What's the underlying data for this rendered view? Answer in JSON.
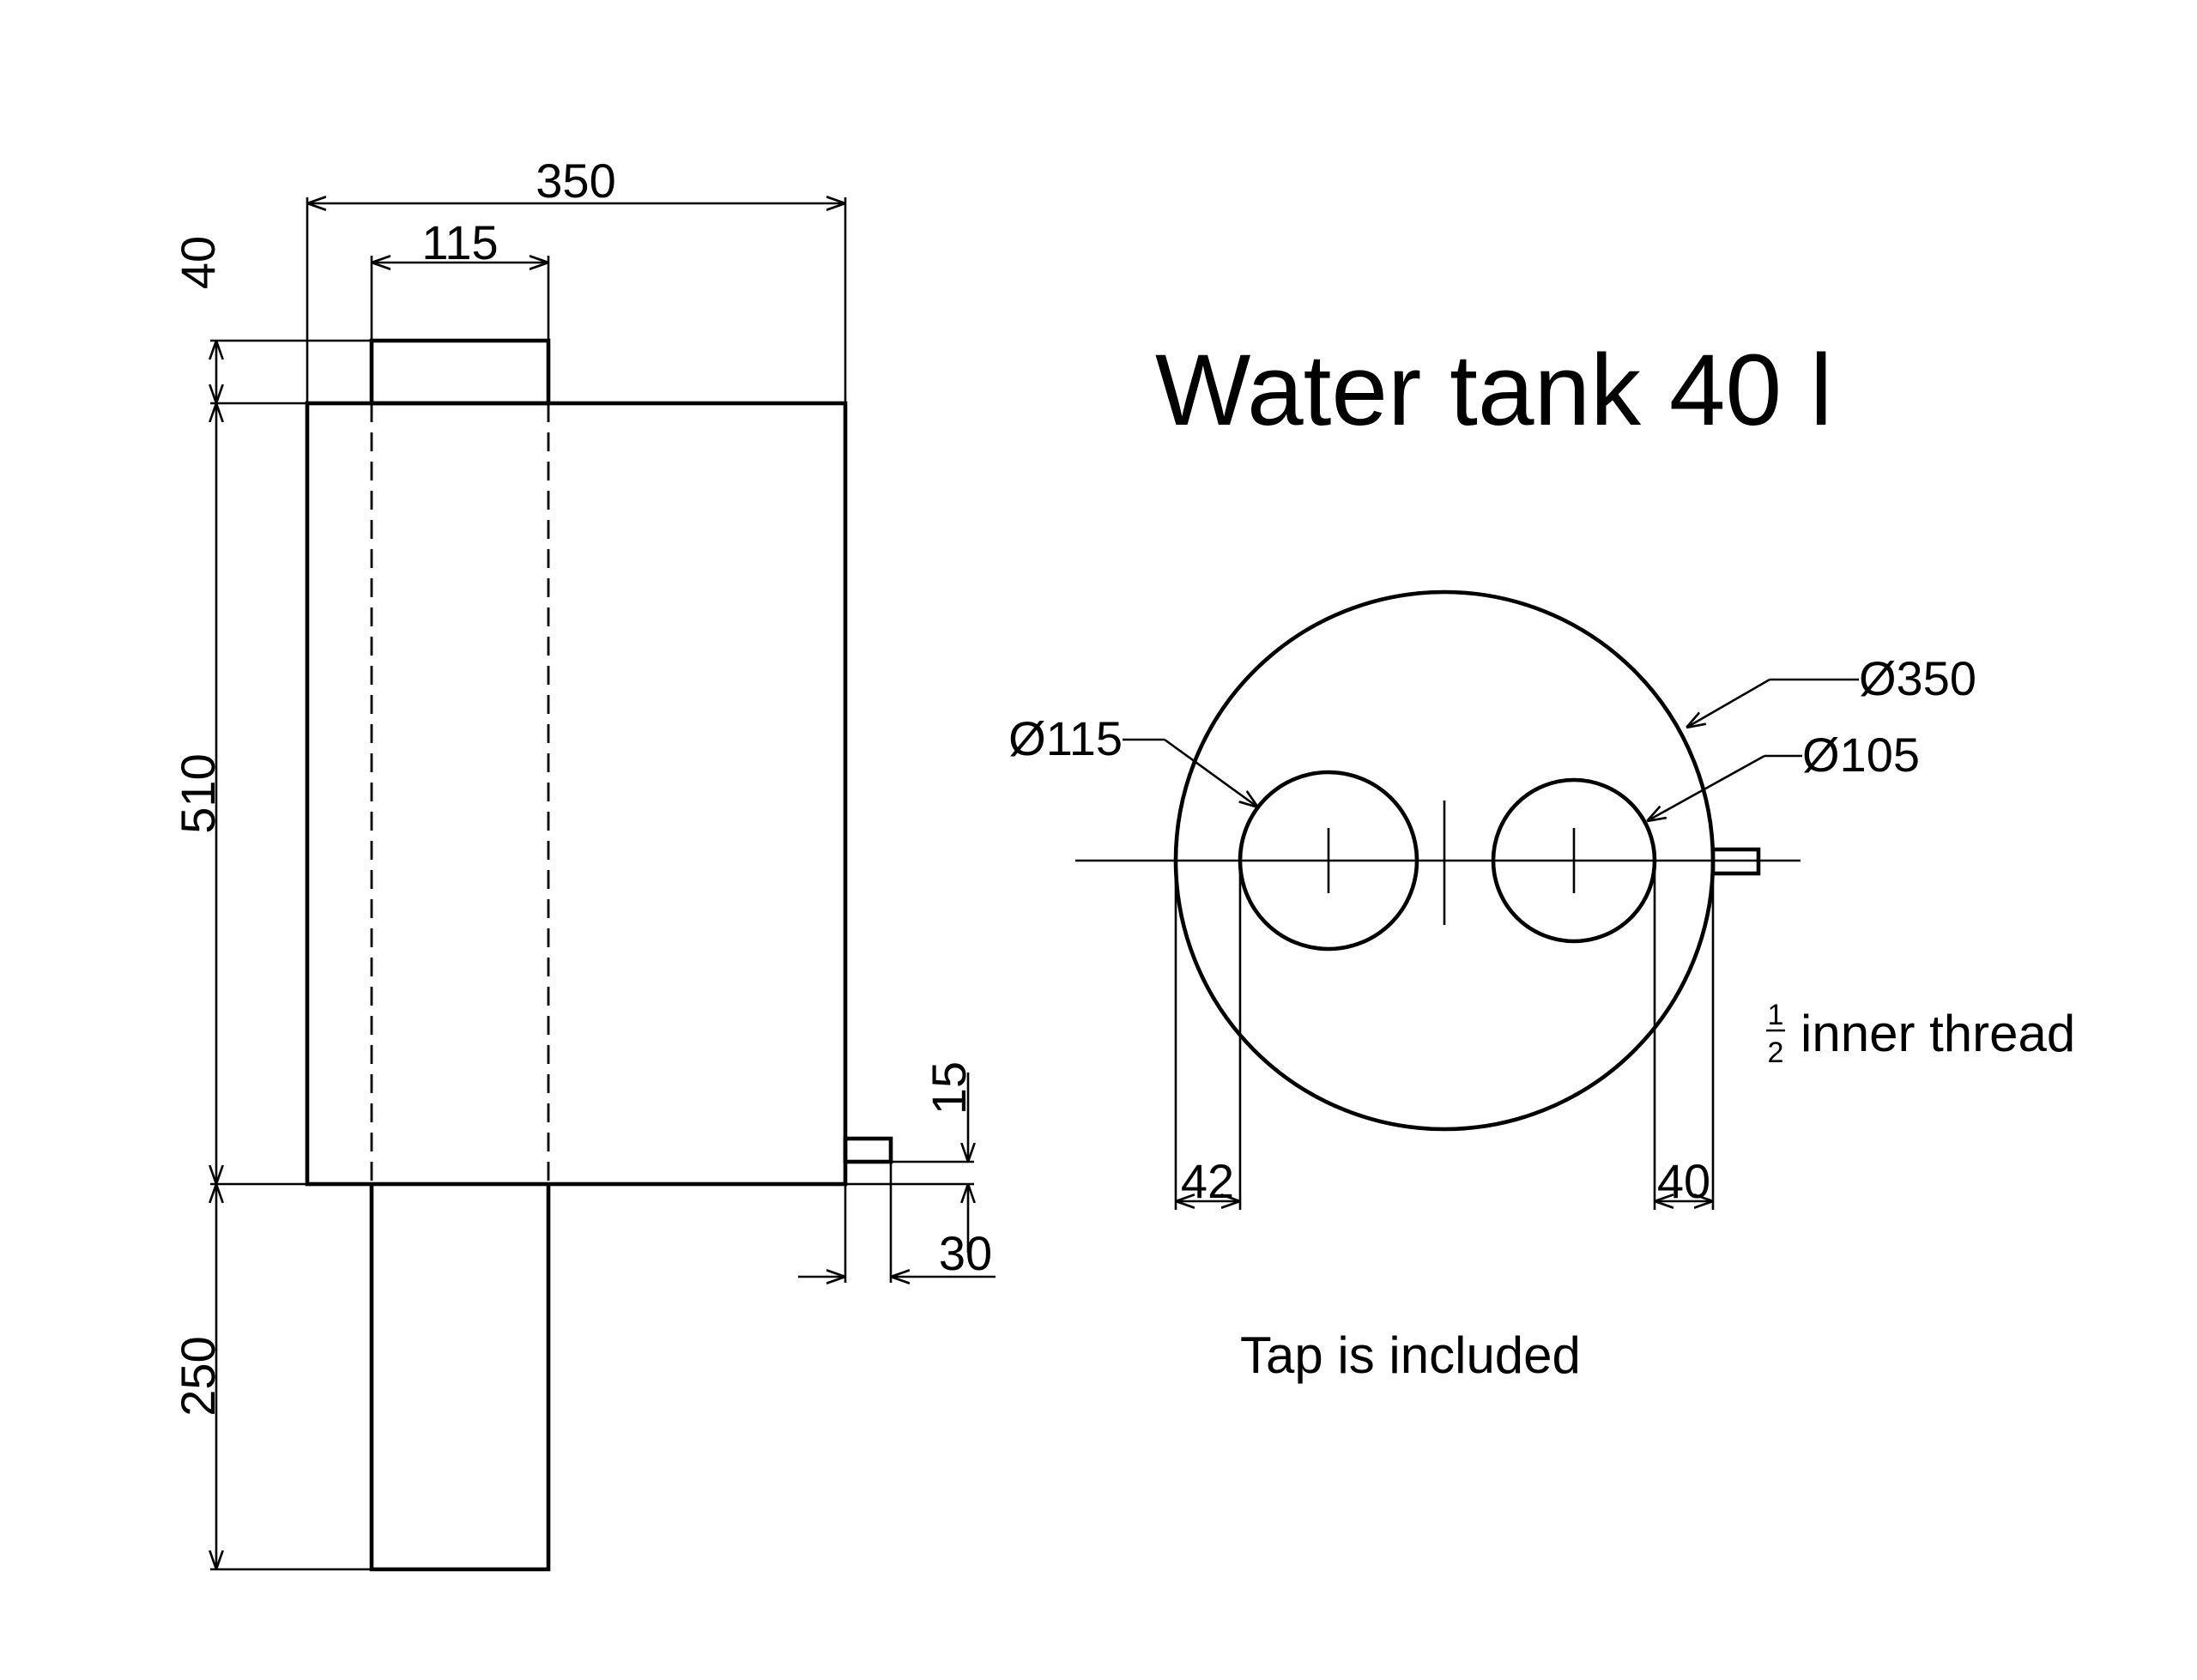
{
  "title": "Water tank 40 l",
  "note_tap": "Tap is included",
  "note_thread_num": "1",
  "note_thread_den": "2",
  "note_thread_text": "inner thread",
  "side_view": {
    "dim_width_total": "350",
    "dim_width_pipe": "115",
    "dim_height_pipe_top": "40",
    "dim_height_tank": "510",
    "dim_height_pipe_bottom": "250",
    "dim_tap_height": "15",
    "dim_tap_length": "30"
  },
  "top_view": {
    "dia_tank": "Ø350",
    "dia_pipe": "Ø115",
    "dia_hole": "Ø105",
    "dim_left_offset": "42",
    "dim_right_offset": "40"
  },
  "colors": {
    "ink": "#000000",
    "paper": "#ffffff"
  }
}
